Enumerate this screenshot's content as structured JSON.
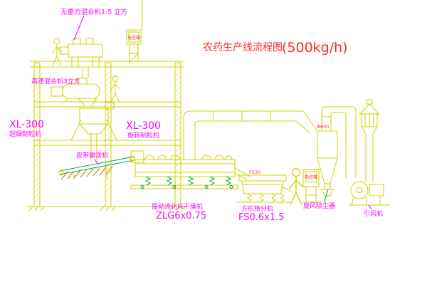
{
  "diagram": {
    "title": "农药生产线流程图",
    "title_capacity": "(500kg/h)",
    "labels": {
      "gravity_mixer": "无重力混合机1.5 立方",
      "high_speed_mixer": "高速混合机3立方",
      "granulator_left_model": "XL-300",
      "granulator_left_name": "超细制粒机",
      "granulator_mid_model": "XL-300",
      "granulator_mid_name": "旋转制粒机",
      "belt_conveyor": "皮带输送机",
      "dryer_name": "振动流化床干燥机",
      "dryer_model": "ZLG6x0.75",
      "sieve_name": "方形筛分机",
      "sieve_model": "FS0.6x1.5",
      "sieve_note": "F530",
      "cyclone_name": "旋风除尘器",
      "cyclone_dia": "Φ600",
      "fan_name": "引风机",
      "control_box_top": "电控箱",
      "control_box_right": "电控箱"
    },
    "colors": {
      "background": "#ffffff",
      "line_yellow": "#d2d200",
      "label_magenta": "#ff00ff",
      "title_red": "#ff2a2a",
      "accent_green": "#00a050",
      "hatch_orange": "#cc7a00"
    }
  }
}
